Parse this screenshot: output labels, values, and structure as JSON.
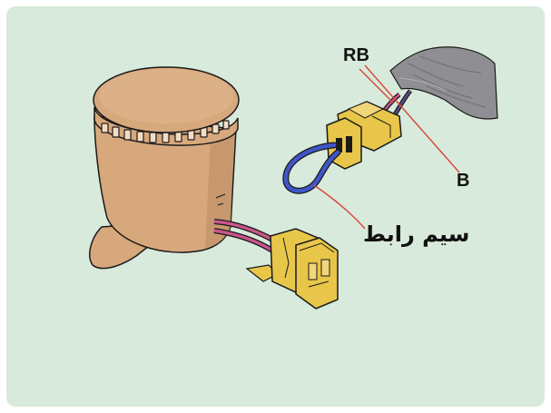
{
  "colors": {
    "background": "#d8eadb",
    "canister": "#d8a87d",
    "canister_dark": "#b98a62",
    "connector": "#e8c64a",
    "jumper_wire": "#3f56c8",
    "wire_pink": "#c8568a",
    "harness": "#8f8f93",
    "leader_line": "#d8453a",
    "outline": "#1a1a1a"
  },
  "labels": {
    "rb": "RB",
    "b": "B",
    "jumper_wire": "سیم رابط"
  },
  "icons": {
    "sensor": "cylindrical-sensor-icon",
    "connector": "connector-plug-icon",
    "harness": "wire-harness-icon"
  }
}
